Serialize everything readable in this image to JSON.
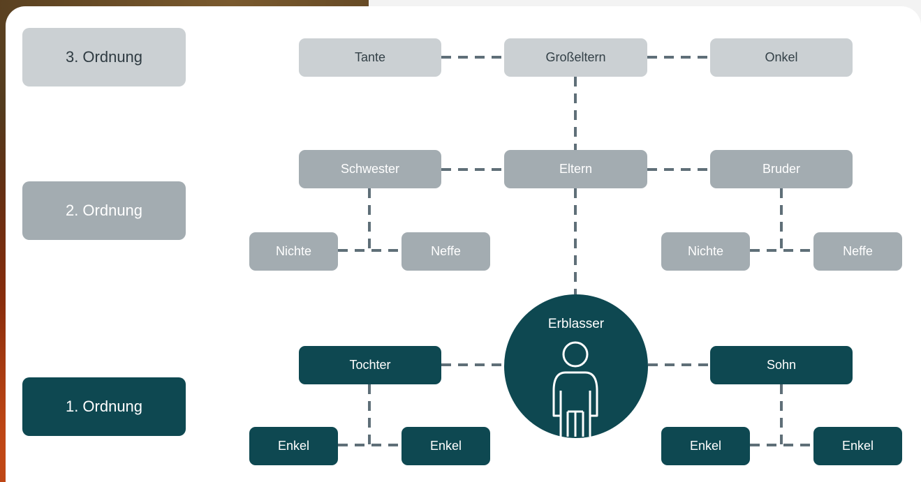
{
  "orders": {
    "third": "3. Ordnung",
    "second": "2. Ordnung",
    "first": "1. Ordnung"
  },
  "third_order": {
    "left": "Tante",
    "center": "Großeltern",
    "right": "Onkel"
  },
  "second_order": {
    "left": "Schwester",
    "center": "Eltern",
    "right": "Bruder",
    "left_children": [
      "Nichte",
      "Neffe"
    ],
    "right_children": [
      "Nichte",
      "Neffe"
    ]
  },
  "first_order": {
    "left": "Tochter",
    "right": "Sohn",
    "left_children": [
      "Enkel",
      "Enkel"
    ],
    "right_children": [
      "Enkel",
      "Enkel"
    ]
  },
  "center": {
    "label": "Erblasser",
    "icon": "person-icon"
  },
  "colors": {
    "third_order": "#cbd0d3",
    "second_order": "#a3acb1",
    "first_order": "#0e4851",
    "connector": "#5f6f78"
  }
}
